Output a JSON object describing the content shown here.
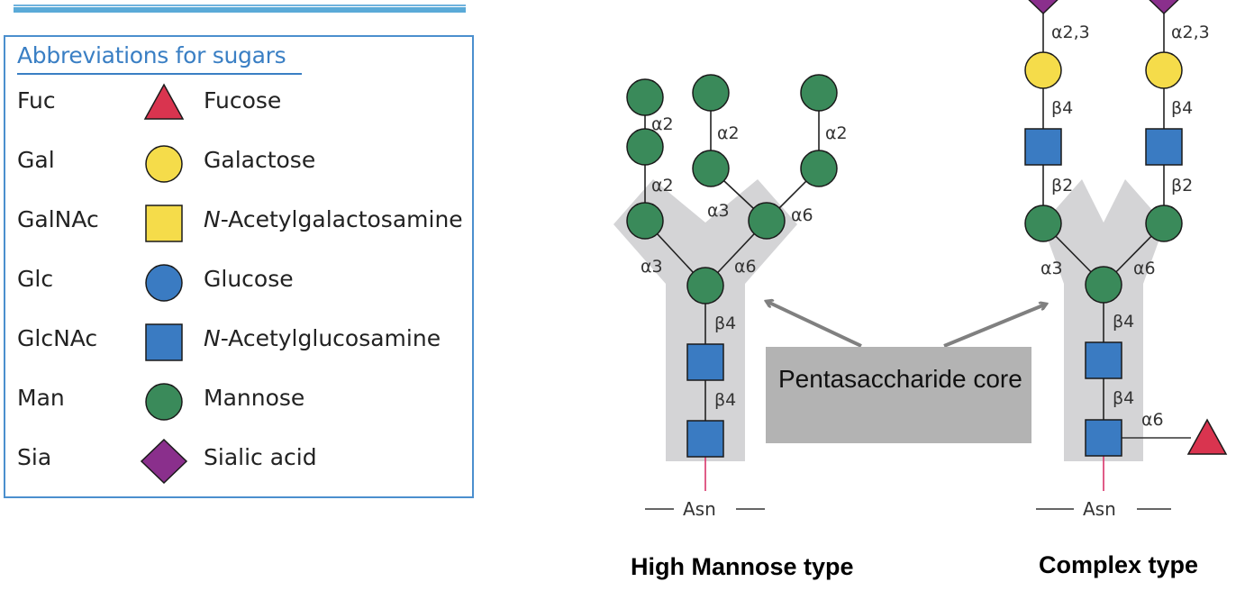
{
  "legend": {
    "title": "Abbreviations for sugars",
    "items": [
      {
        "abbr": "Fuc",
        "symbol": "triangle",
        "color": "#d9344f",
        "name": "Fucose",
        "prefix": ""
      },
      {
        "abbr": "Gal",
        "symbol": "circle",
        "color": "#f5dc4a",
        "name": "Galactose",
        "prefix": ""
      },
      {
        "abbr": "GalNAc",
        "symbol": "square",
        "color": "#f5dc4a",
        "name": "-Acetylgalactosamine",
        "prefix": "N"
      },
      {
        "abbr": "Glc",
        "symbol": "circle",
        "color": "#3a7bc2",
        "name": "Glucose",
        "prefix": ""
      },
      {
        "abbr": "GlcNAc",
        "symbol": "square",
        "color": "#3a7bc2",
        "name": "-Acetylglucosamine",
        "prefix": "N"
      },
      {
        "abbr": "Man",
        "symbol": "circle",
        "color": "#3a8a5a",
        "name": "Mannose",
        "prefix": ""
      },
      {
        "abbr": "Sia",
        "symbol": "diamond",
        "color": "#8a2f8c",
        "name": "Sialic acid",
        "prefix": ""
      }
    ]
  },
  "colors": {
    "mannose": "#3a8a5a",
    "glcnac": "#3a7bc2",
    "galactose": "#f5dc4a",
    "sialic": "#8a2f8c",
    "fucose": "#d9344f",
    "core_shade": "#d4d4d6",
    "asn_link": "#d9346a",
    "arrow": "#808080",
    "legend_border": "#4b8fce"
  },
  "high_mannose": {
    "caption": "High Mannose type",
    "anchor": "Asn",
    "linkages": {
      "arm1_top": "α2",
      "arm1_mid": "α2",
      "arm2_top": "α2",
      "arm3_top": "α2",
      "branch_a3": "α3",
      "branch_a6": "α6",
      "core_a3": "α3",
      "core_a6": "α6",
      "core_b4_upper": "β4",
      "core_b4_lower": "β4"
    }
  },
  "complex": {
    "caption": "Complex type",
    "anchor": "Asn",
    "linkages": {
      "sia_left": "α2,3",
      "sia_right": "α2,3",
      "gal_left": "β4",
      "gal_right": "β4",
      "glcnac_left": "β2",
      "glcnac_right": "β2",
      "core_a3": "α3",
      "core_a6": "α6",
      "core_b4_upper": "β4",
      "core_b4_lower": "β4",
      "fucose": "α6"
    }
  },
  "callout": {
    "text": "Pentasaccharide core"
  }
}
